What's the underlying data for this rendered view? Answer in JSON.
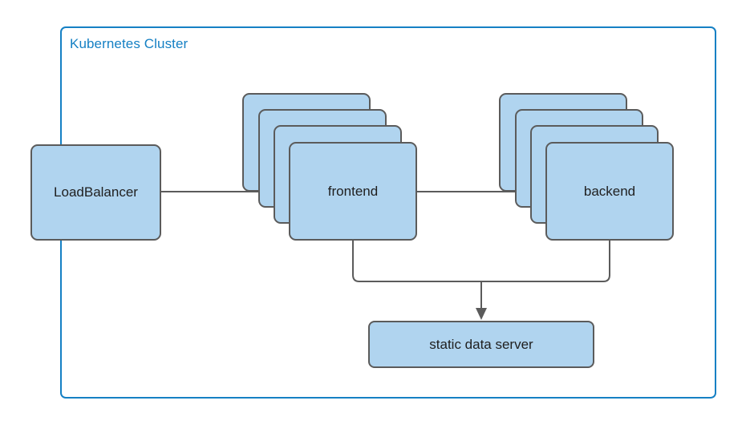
{
  "diagram": {
    "type": "architecture-flow",
    "cluster": {
      "label": "Kubernetes Cluster",
      "border_color": "#1580c4",
      "label_color": "#1580c4"
    },
    "node_fill": "#b0d4ef",
    "node_border": "#5b5b5b",
    "nodes": [
      {
        "id": "loadbalancer",
        "label": "LoadBalancer",
        "shape": "rounded-rect",
        "replicas": 1
      },
      {
        "id": "frontend",
        "label": "frontend",
        "shape": "stacked-rounded-rect",
        "replicas": 4
      },
      {
        "id": "backend",
        "label": "backend",
        "shape": "stacked-rounded-rect",
        "replicas": 4
      },
      {
        "id": "static-data-server",
        "label": "static data server",
        "shape": "rounded-rect",
        "replicas": 1
      }
    ],
    "edges": [
      {
        "from": "loadbalancer",
        "to": "frontend",
        "style": "straight-arrow"
      },
      {
        "from": "frontend",
        "to": "backend",
        "style": "straight-arrow"
      },
      {
        "from": "frontend",
        "to": "static-data-server",
        "style": "elbow-merge-arrow"
      },
      {
        "from": "backend",
        "to": "static-data-server",
        "style": "elbow-merge-arrow"
      }
    ]
  }
}
